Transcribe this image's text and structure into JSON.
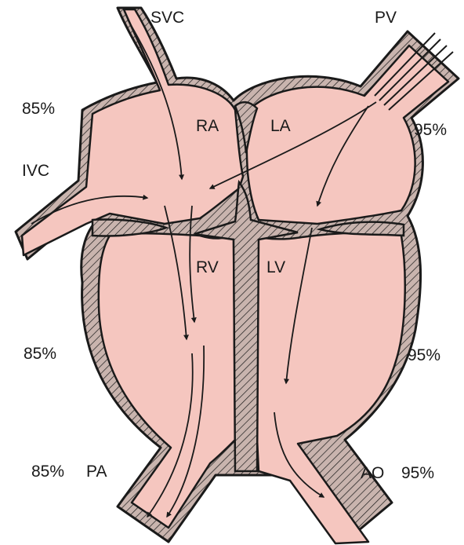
{
  "colors": {
    "blood": "#f5c6bf",
    "wall": "#c9b4ae",
    "outline": "#1a1a1a",
    "background": "#ffffff"
  },
  "labels": {
    "svc": "SVC",
    "pv": "PV",
    "ivc": "IVC",
    "ra": "RA",
    "la": "LA",
    "rv": "RV",
    "lv": "LV",
    "pa": "PA",
    "ao": "AO",
    "ra_saturation": "85%",
    "la_saturation": "95%",
    "rv_saturation": "85%",
    "lv_saturation": "95%",
    "pa_saturation": "85%",
    "ao_saturation": "95%"
  }
}
